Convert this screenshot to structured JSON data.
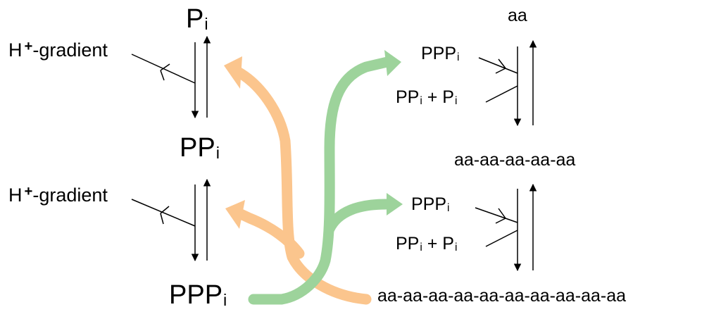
{
  "labels": {
    "pi_top": {
      "base": "P",
      "sub": "i"
    },
    "ppi_mid": {
      "base": "PP",
      "sub": "i"
    },
    "pppi_bottom": {
      "base": "PPP",
      "sub": "i"
    },
    "h_gradient_top": {
      "base": "H",
      "sup": "+",
      "rest": "-gradient"
    },
    "h_gradient_bottom": {
      "base": "H",
      "sup": "+",
      "rest": "-gradient"
    },
    "aa": "aa",
    "pppi_right_top": {
      "base": "PPP",
      "sub": "i"
    },
    "ppi_pi_right_top": {
      "base1": "PP",
      "sub1": "i",
      "mid": " + P",
      "sub2": "i"
    },
    "peptide5": "aa-aa-aa-aa-aa",
    "pppi_right_bottom": {
      "base": "PPP",
      "sub": "i"
    },
    "ppi_pi_right_bottom": {
      "base1": "PP",
      "sub1": "i",
      "mid": " + P",
      "sub2": "i"
    },
    "peptide10": "aa-aa-aa-aa-aa-aa-aa-aa-aa-aa"
  },
  "colors": {
    "orange_flow": "#FBC58D",
    "green_flow": "#9DD39B",
    "line": "#000000",
    "background": "#ffffff"
  }
}
